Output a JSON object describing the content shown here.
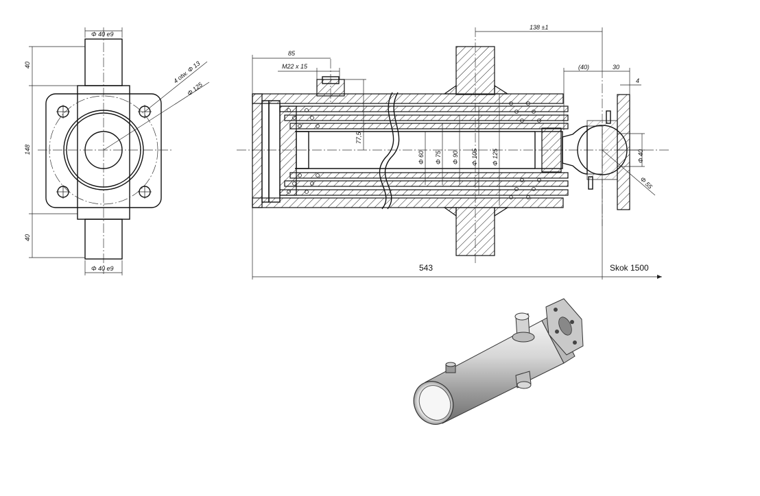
{
  "views": {
    "front": {
      "dims": {
        "pin_top": "Φ 40 e9",
        "pin_bottom": "Φ 40 e9",
        "pin_len_top": "40",
        "pin_len_bottom": "40",
        "height": "148",
        "holes": "4 otw. Φ 13",
        "bolt_circle": "Φ 125"
      }
    },
    "section": {
      "dims": {
        "port_offset": "85",
        "port_thread": "M22 x 15",
        "pin_to_end": "138 ±1",
        "ball_offset": "(40)",
        "ball_len": "30",
        "plate_thk": "4",
        "port_height": "77,5",
        "d60": "Φ 60",
        "d75": "Φ 75",
        "d90": "Φ 90",
        "d105": "Φ 105",
        "d125": "Φ 125",
        "ball_dia": "Φ 40",
        "ball_cup": "Φ 55",
        "total_length": "543",
        "stroke": "Skok 1500"
      }
    }
  }
}
